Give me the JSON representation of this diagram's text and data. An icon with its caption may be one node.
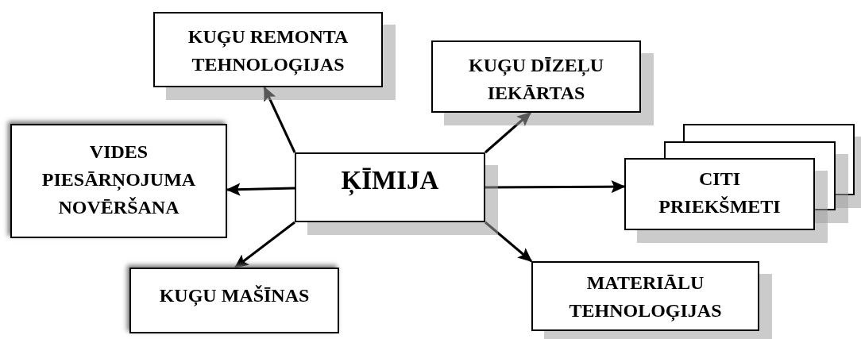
{
  "diagram": {
    "nodes": [
      {
        "text": [
          "KUĢU REMONTA TEHNOLOĢIJAS"
        ]
      },
      {
        "text": [
          "KUĢU DĪZEĻU IEKĀRTAS"
        ]
      },
      {
        "text": [
          "VIDES PIESĀRŅOJUMA NOVĒRŠANA"
        ]
      },
      {
        "text": [
          "ĶĪMIJA"
        ]
      },
      {
        "text": [
          "CITI PRIEKŠMETI"
        ]
      },
      {
        "text": [
          "KUĢU MAŠĪNAS"
        ]
      },
      {
        "text": [
          "MATERIĀLU TEHNOLOĢIJAS"
        ]
      }
    ],
    "edges": [
      {
        "from": 3,
        "to": 0,
        "arrow": "to"
      },
      {
        "from": 3,
        "to": 1,
        "arrow": "to"
      },
      {
        "from": 3,
        "to": 2,
        "arrow": "to"
      },
      {
        "from": 3,
        "to": 4,
        "arrow": "to"
      },
      {
        "from": 3,
        "to": 5,
        "arrow": "to"
      },
      {
        "from": 3,
        "to": 6,
        "arrow": "to"
      }
    ]
  }
}
